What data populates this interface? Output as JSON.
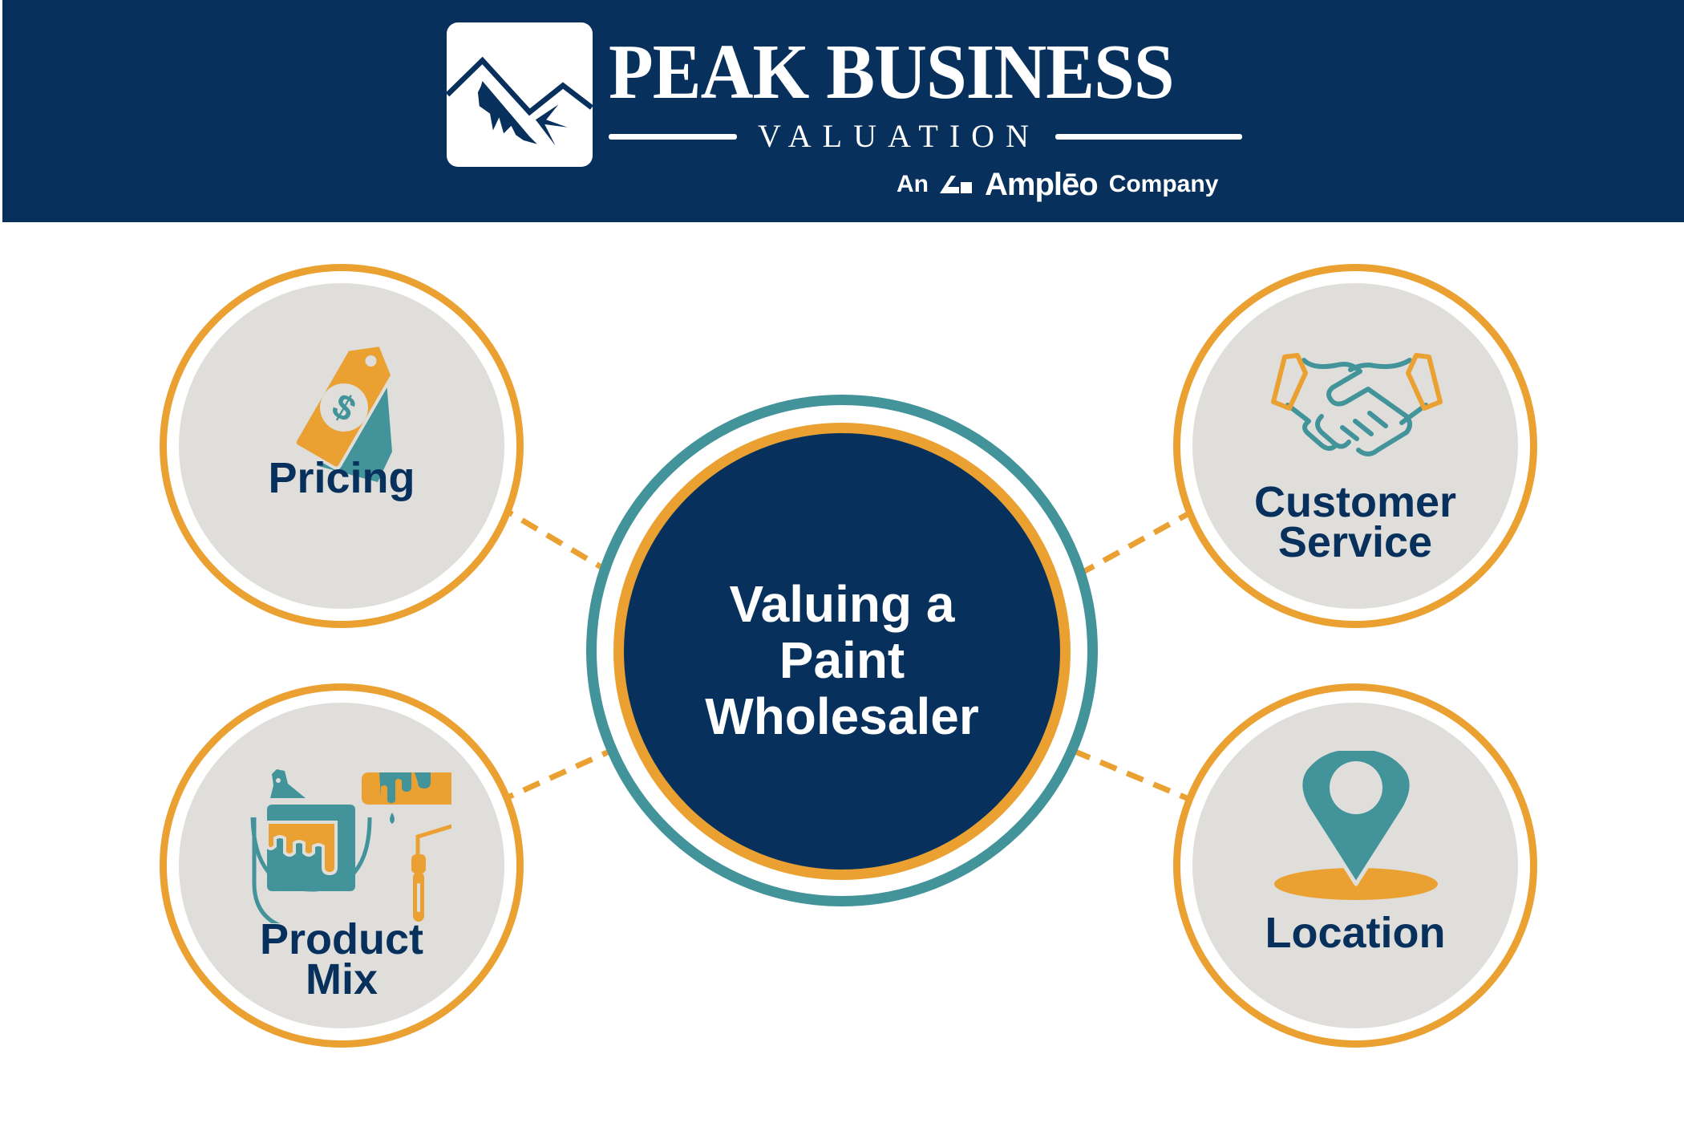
{
  "header": {
    "brand_title": "PEAK BUSINESS",
    "brand_subtitle": "VALUATION",
    "parent_prefix": "An",
    "parent_name": "Amplēo",
    "parent_suffix": "Company",
    "logo_icon": "mountain-peak-icon",
    "parent_logo_icon": "ampleo-mark-icon"
  },
  "center": {
    "title_lines": [
      "Valuing a",
      "Paint",
      "Wholesaler"
    ]
  },
  "factors": [
    {
      "id": "pricing",
      "label_lines": [
        "Pricing"
      ],
      "icon": "price-tag-icon",
      "position": "top-left"
    },
    {
      "id": "customer-service",
      "label_lines": [
        "Customer",
        "Service"
      ],
      "icon": "handshake-icon",
      "position": "top-right"
    },
    {
      "id": "product-mix",
      "label_lines": [
        "Product",
        "Mix"
      ],
      "icon": "paint-bucket-roller-icon",
      "position": "bottom-left"
    },
    {
      "id": "location",
      "label_lines": [
        "Location"
      ],
      "icon": "map-pin-icon",
      "position": "bottom-right"
    }
  ],
  "colors": {
    "navy": "#07315c",
    "orange": "#eaa131",
    "teal": "#42939a",
    "light_gray": "#dfdedb",
    "white": "#ffffff"
  }
}
